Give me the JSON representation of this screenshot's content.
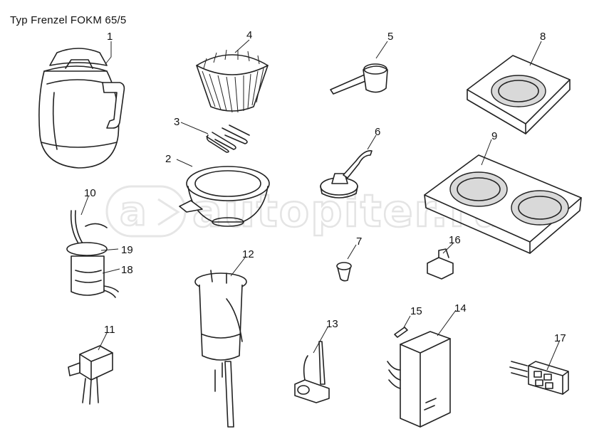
{
  "diagram": {
    "title": "Typ Frenzel FOKM 65/5",
    "watermark": "autopiter.ru",
    "part_labels": [
      "1",
      "2",
      "3",
      "4",
      "5",
      "6",
      "7",
      "8",
      "9",
      "10",
      "11",
      "12",
      "13",
      "14",
      "15",
      "16",
      "17",
      "18",
      "19"
    ]
  }
}
